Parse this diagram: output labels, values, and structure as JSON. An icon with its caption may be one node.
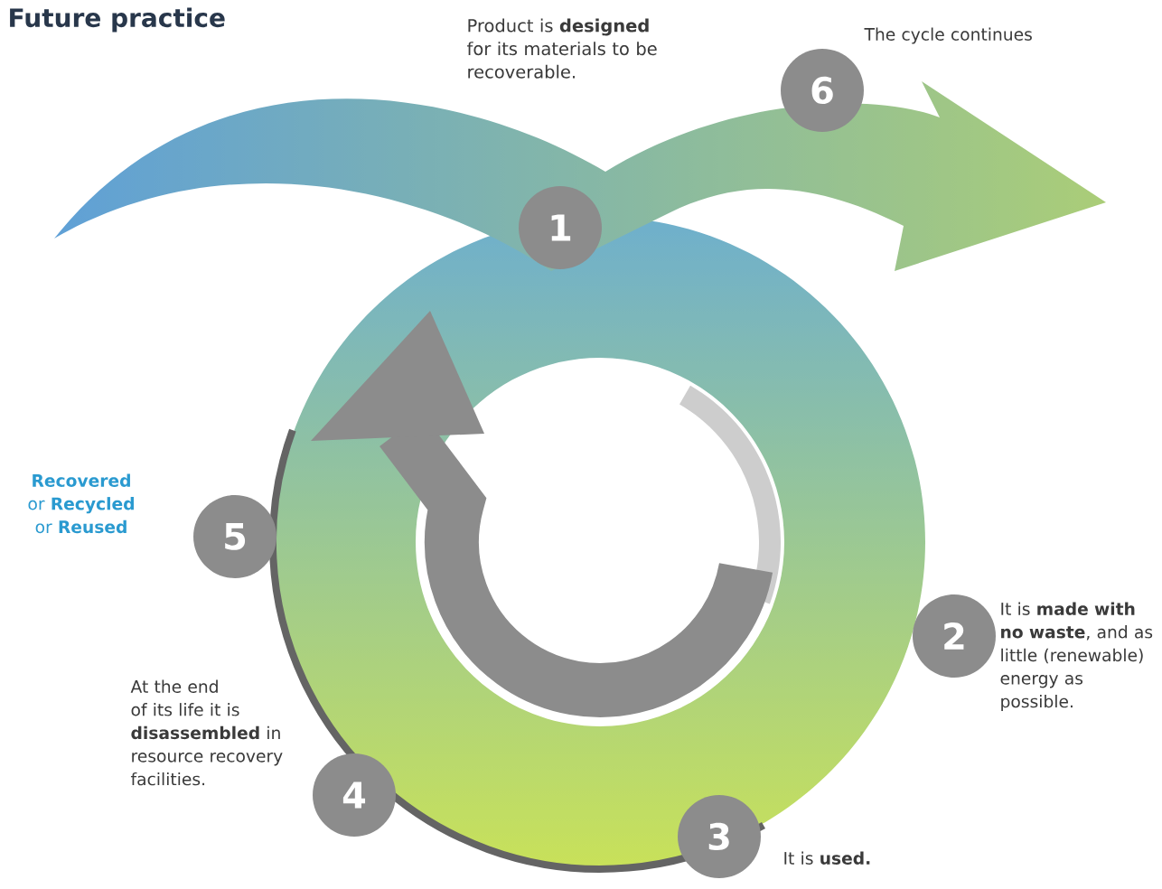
{
  "diagram": {
    "title": "Future practice",
    "nodes": [
      {
        "text": [
          "1"
        ]
      },
      {
        "text": [
          "2"
        ],
        "beside": [
          "It is **made with no waste**, and as little (renewable) energy as possible."
        ]
      },
      {
        "text": [
          "3"
        ],
        "beside": [
          "It is **used.**"
        ]
      },
      {
        "text": [
          "4"
        ],
        "beside": [
          "At the end of its life it is **disassembled** in resource recovery facilities."
        ]
      },
      {
        "text": [
          "5"
        ],
        "beside": [
          "**Recovered** or **Recycled** or **Reused**"
        ]
      },
      {
        "text": [
          "6"
        ],
        "beside": [
          "The cycle continues"
        ]
      }
    ],
    "labels": [
      "Product is **designed** for its materials to be recoverable."
    ]
  }
}
